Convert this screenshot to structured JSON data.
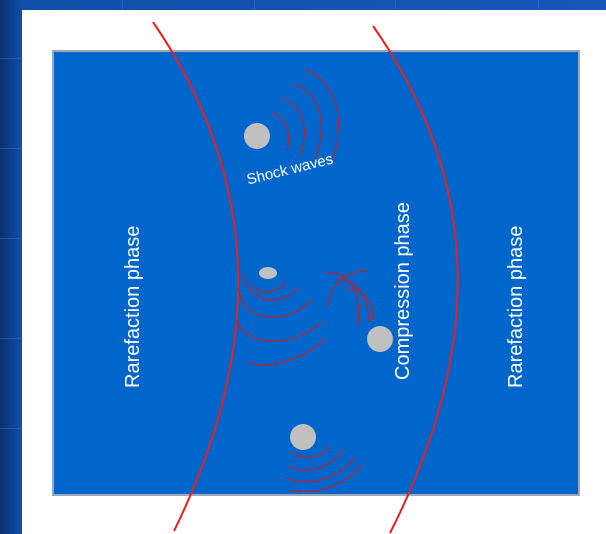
{
  "diagram": {
    "labels": {
      "rarefaction_left": "Rarefaction phase",
      "compression": "Compression phase",
      "rarefaction_right": "Rarefaction phase",
      "shock_waves": "Shock waves"
    },
    "colors": {
      "panel": "#0066cc",
      "panel_border": "#9aa8bb",
      "wave_lines": "#e8201f",
      "shock_lines": "#b8232a",
      "bubbles": "#c0c0c0",
      "label_text": "#ffffff"
    }
  }
}
